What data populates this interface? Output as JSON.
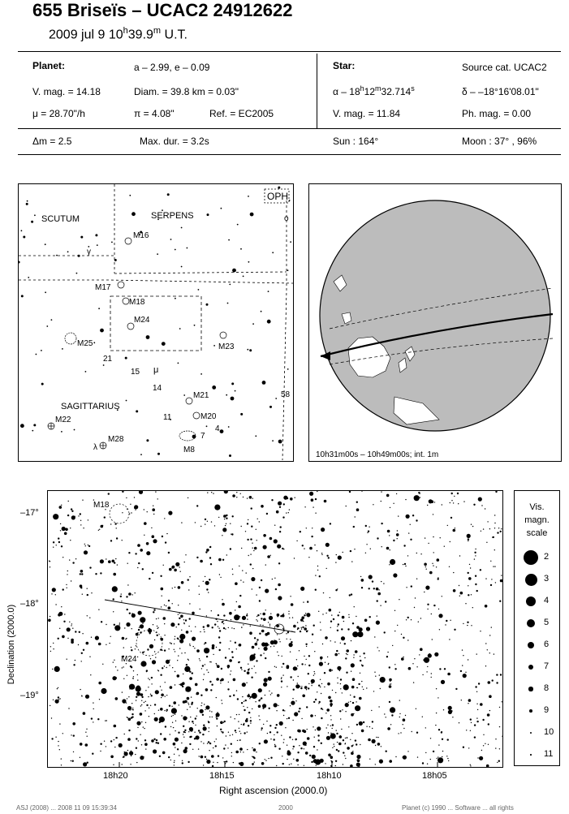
{
  "header": {
    "title": "655 Briseïs  –  UCAC2 24912622",
    "date": "2009 jul  9  10",
    "time_h": "h",
    "time_val": "39.9",
    "time_m": "m",
    "time_ut": " U.T."
  },
  "planet": {
    "label": "Planet:",
    "ae": "a – 2.99, e – 0.09",
    "vmag": "V. mag. = 14.18",
    "diam": "Diam. = 39.8 km = 0.03\"",
    "mu": "μ = 28.70\"/h",
    "pi": "π = 4.08\"",
    "ref": "Ref. = EC2005"
  },
  "star": {
    "label": "Star:",
    "source": "Source cat.  UCAC2",
    "alpha": "α – 18",
    "alpha_h": "h",
    "alpha_mid": "12",
    "alpha_m": "m",
    "alpha_s_val": "32.714",
    "alpha_s": "s",
    "delta": "δ – –18°16'08.01\"",
    "vmag": "V. mag. = 11.84",
    "phmag": "Ph. mag. =  0.00"
  },
  "bottom_row": {
    "dm": "Δm = 2.5",
    "maxdur": "Max. dur. = 3.2s",
    "sun": "Sun : 164°",
    "moon": "Moon :  37° , 96%"
  },
  "finder": {
    "labels": {
      "scutum": "SCUTUM",
      "serpens": "SERPENS",
      "sagittarius": "SAGITTARIUS",
      "oph": "OPH",
      "m16": "M16",
      "m17": "M17",
      "m18": "M18",
      "m24": "M24",
      "m25": "M25",
      "m23": "M23",
      "m21": "M21",
      "m20": "M20",
      "m22": "M22",
      "m28": "M28",
      "m8": "M8",
      "n21": "21",
      "n15": "15",
      "mu": "μ",
      "n14": "14",
      "n11": "11",
      "n4": "4",
      "n7": "7",
      "n58": "58",
      "gamma": "γ",
      "lambda": "λ",
      "omicron": "o"
    }
  },
  "globe": {
    "caption": "10h31m00s – 10h49m00s; int.  1m"
  },
  "starfield": {
    "ylabel": "Declination (2000.0)",
    "xlabel": "Right ascension (2000.0)",
    "yticks": [
      "–17°",
      "–18°",
      "–19°"
    ],
    "xticks": [
      "18h20",
      "18h15",
      "18h10",
      "18h05"
    ],
    "labels": {
      "m18": "M18",
      "m24": "M24"
    }
  },
  "scale": {
    "title1": "Vis.",
    "title2": "magn.",
    "title3": "scale",
    "mags": [
      "2",
      "3",
      "4",
      "5",
      "6",
      "7",
      "8",
      "9",
      "10",
      "11"
    ]
  },
  "footer": {
    "left": "ASJ (2008) ... 2008 11 09  15:39:34",
    "mid": "2000",
    "right": "Planet (c) 1990 ... Software ... all rights"
  }
}
